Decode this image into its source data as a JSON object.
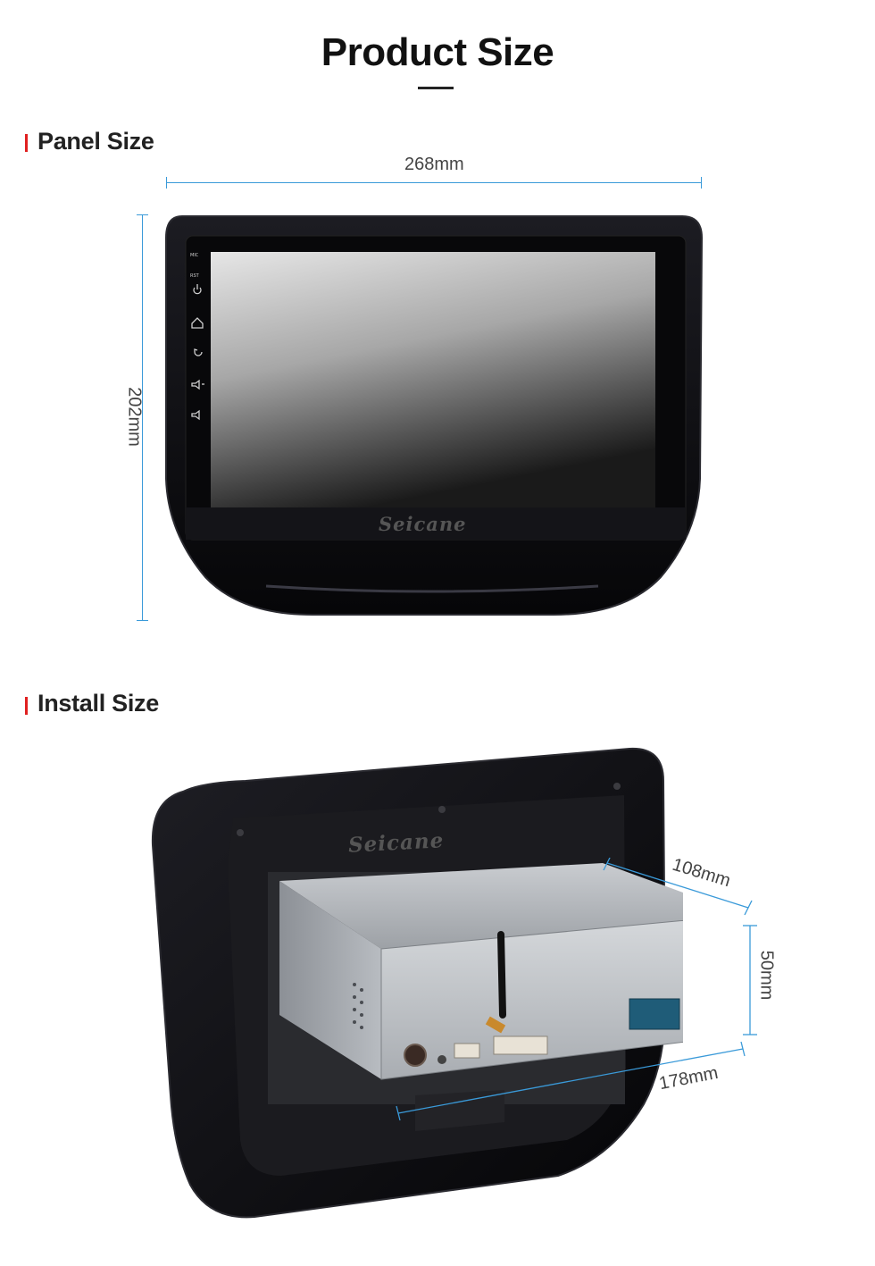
{
  "page": {
    "title": "Product Size"
  },
  "panel_section": {
    "heading": "Panel Size",
    "width_label": "268mm",
    "height_label": "202mm",
    "brand": "Seicane",
    "side_labels": [
      "MIC",
      "RST"
    ]
  },
  "install_section": {
    "heading": "Install Size",
    "depth_label": "108mm",
    "height_label": "50mm",
    "width_label": "178mm",
    "brand": "Seicane"
  },
  "colors": {
    "accent_mark": "#e02020",
    "dimension_line": "#3a9ad9",
    "device_body": "#0d0d10"
  }
}
